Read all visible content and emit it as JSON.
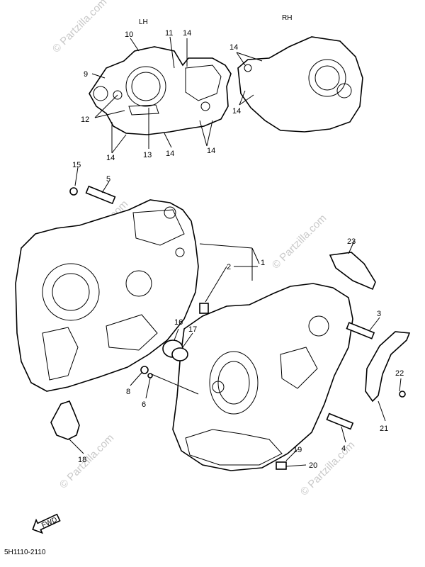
{
  "diagram": {
    "side_labels": {
      "left": "LH",
      "right": "RH"
    },
    "part_code": "5H1110-2110",
    "front_tag": "FWD",
    "watermark": "© Partzilla.com",
    "callouts": {
      "c1": "1",
      "c2": "2",
      "c3": "3",
      "c4": "4",
      "c5": "5",
      "c6": "6",
      "c8": "8",
      "c9": "9",
      "c10": "10",
      "c11": "11",
      "c12": "12",
      "c13": "13",
      "c14a": "14",
      "c14b": "14",
      "c14c": "14",
      "c14d": "14",
      "c14e": "14",
      "c14f": "14",
      "c15": "15",
      "c16": "16",
      "c17": "17",
      "c18": "18",
      "c19": "19",
      "c20": "20",
      "c21": "21",
      "c22": "22",
      "c23": "23"
    }
  }
}
